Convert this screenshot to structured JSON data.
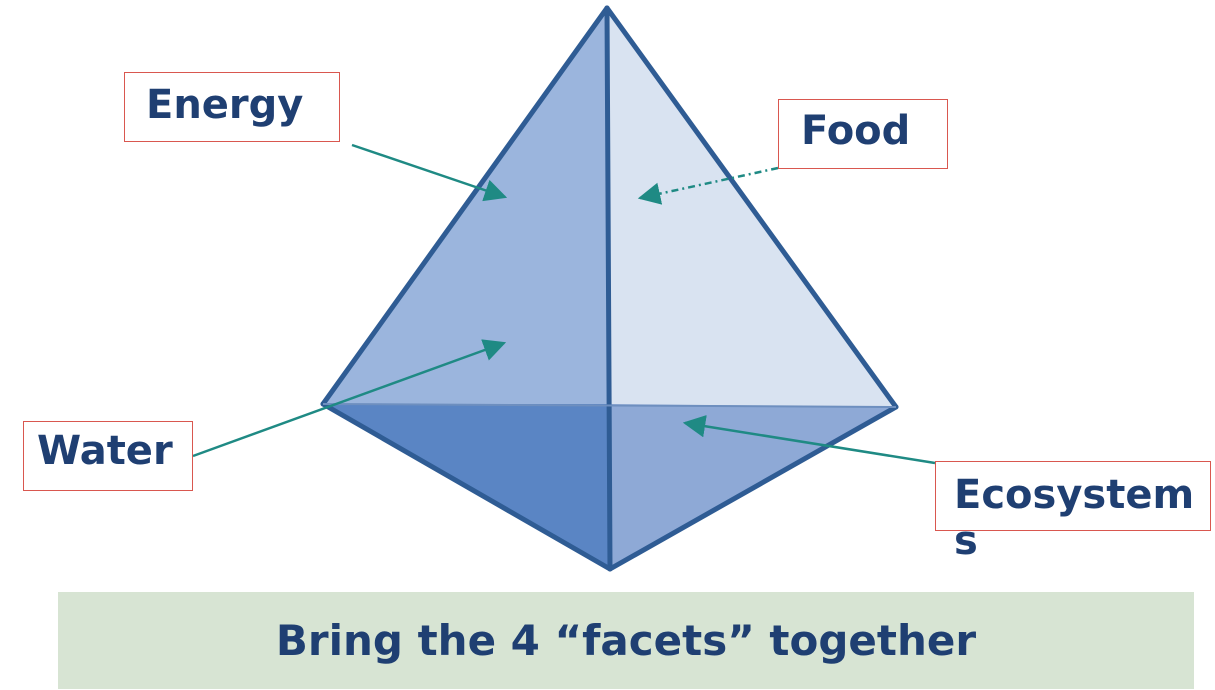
{
  "labels": {
    "energy": "Energy",
    "food": "Food",
    "water": "Water",
    "ecosystems": "Ecosystems"
  },
  "banner": {
    "text": "Bring the 4 “facets” together"
  },
  "colors": {
    "label_text": "#1f3f72",
    "label_border": "#d9574f",
    "arrow": "#1f8a84",
    "pyramid_edge": "#2f5c94",
    "face_left": "#9bb5dd",
    "face_right": "#d9e3f1",
    "face_bottom_left": "#5a85c4",
    "face_bottom_right": "#8ea9d6",
    "banner_bg": "#d7e4d3"
  }
}
